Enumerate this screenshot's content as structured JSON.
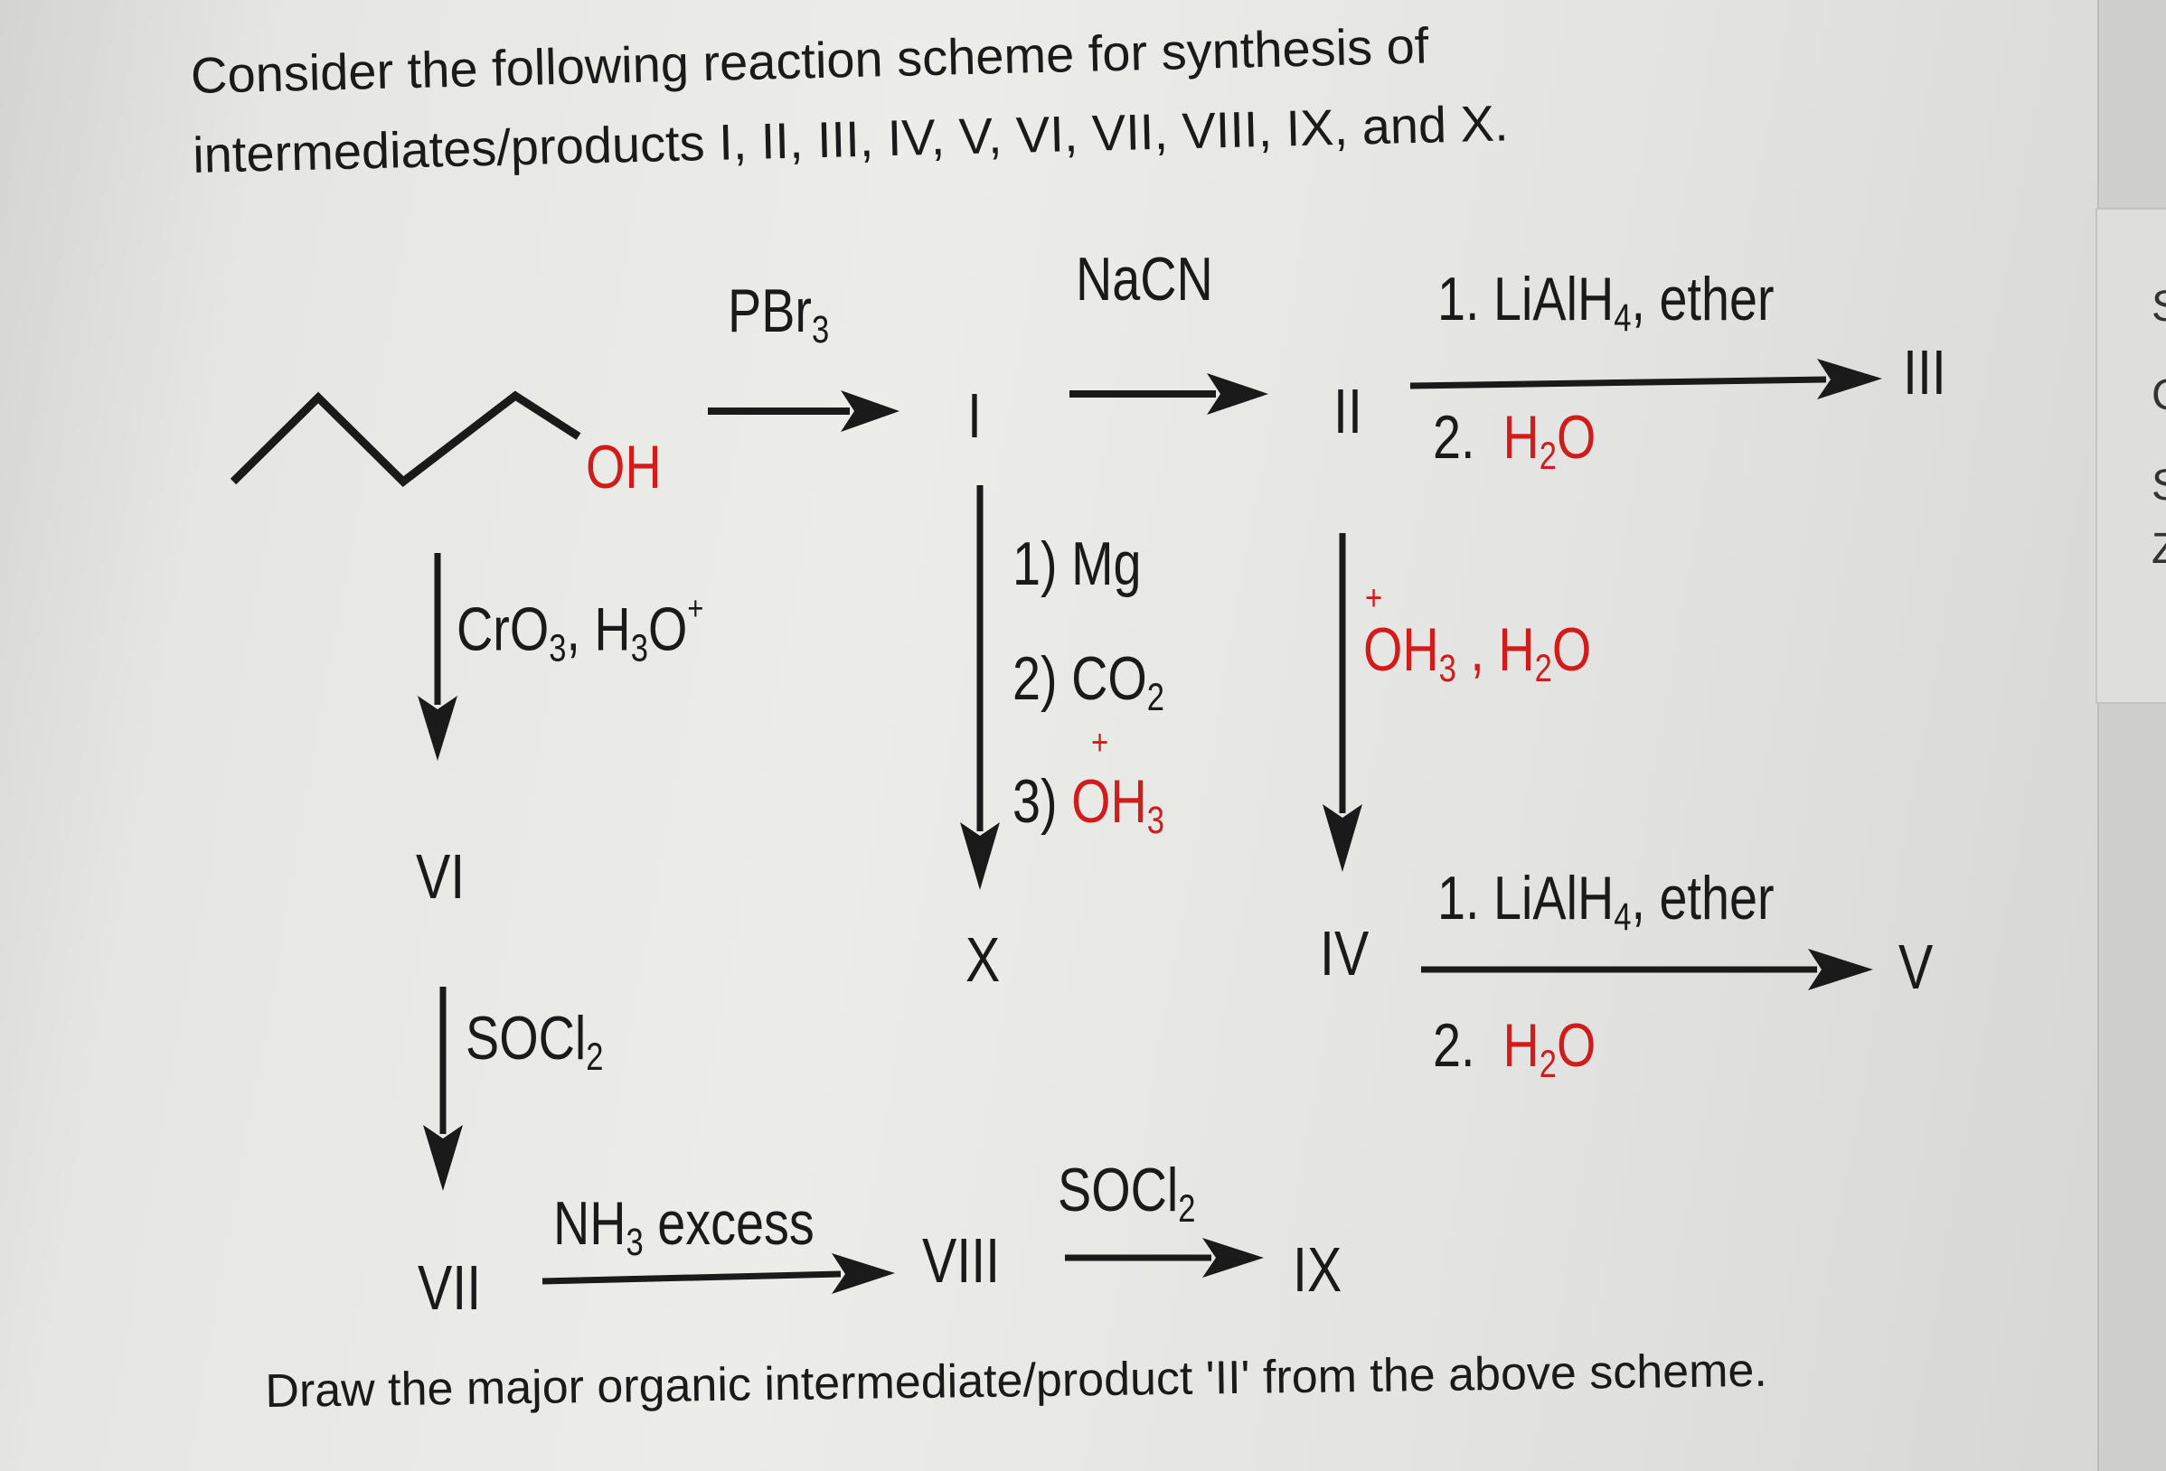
{
  "question": {
    "line1": "Consider the following reaction scheme for synthesis of",
    "line2": "intermediates/products I, II, III, IV, V, VI, VII, VIII, IX, and X."
  },
  "footer": "Draw the major organic intermediate/product 'II' from the above scheme.",
  "scheme": {
    "start_label": "OH",
    "labels": {
      "I": "I",
      "II": "II",
      "III": "III",
      "IV": "IV",
      "V": "V",
      "VI": "VI",
      "VII": "VII",
      "VIII": "VIII",
      "IX": "IX",
      "X": "X"
    },
    "reagents": {
      "pbr3": {
        "main": "PBr",
        "sub": "3"
      },
      "nacn": "NaCN",
      "ii_to_iii": {
        "step1_a": "1. LiAlH",
        "step1_sub": "4",
        "step1_b": ", ether",
        "step2_num": "2.",
        "step2_a": "H",
        "step2_sub": "2",
        "step2_b": "O"
      },
      "start_to_vi": {
        "a": "CrO",
        "sub1": "3",
        "b": ", H",
        "sub2": "3",
        "c": "O",
        "sup": "+"
      },
      "i_to_x": {
        "s1": "1) Mg",
        "s2_a": "2) CO",
        "s2_sub": "2",
        "s3_num": "3)",
        "s3_plus": "+",
        "s3_a": "OH",
        "s3_sub": "3"
      },
      "ii_to_iv": {
        "plus": "+",
        "a": "OH",
        "sub": "3",
        "b": " , H",
        "sub2": "2",
        "c": "O"
      },
      "iv_to_v": {
        "step1_a": "1. LiAlH",
        "step1_sub": "4",
        "step1_b": ", ether",
        "step2_num": "2.",
        "step2_a": "H",
        "step2_sub": "2",
        "step2_b": "O"
      },
      "vi_to_vii": {
        "a": "SOCl",
        "sub": "2"
      },
      "vii_to_viii": {
        "a": "NH",
        "sub": "3",
        "b": " excess"
      },
      "viii_to_ix": {
        "a": "SOCl",
        "sub": "2"
      }
    }
  },
  "edge_letters": [
    "S",
    "C",
    "S",
    "Z"
  ],
  "colors": {
    "text": "#1a1a1a",
    "red_reagent": "#d21c1c",
    "background": "#e8e8e6"
  }
}
